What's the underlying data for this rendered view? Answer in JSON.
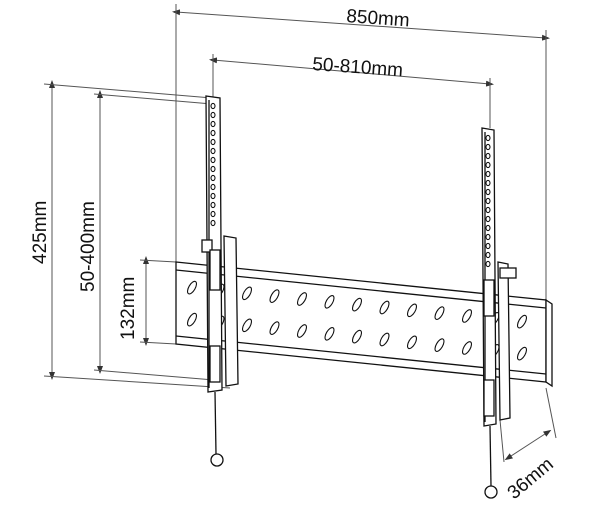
{
  "dimensions": {
    "overall_width": "850mm",
    "vesa_horizontal": "50-810mm",
    "overall_height": "425mm",
    "vesa_vertical": "50-400mm",
    "plate_height": "132mm",
    "depth": "36mm"
  },
  "colors": {
    "line": "#111111",
    "dim_line": "#555555",
    "background": "#ffffff"
  }
}
